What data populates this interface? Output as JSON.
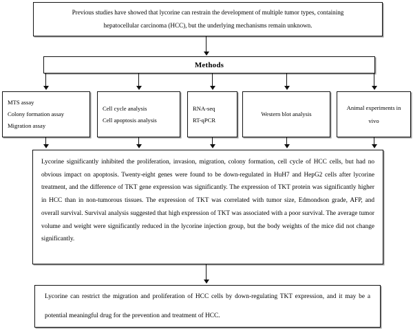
{
  "figure": {
    "type": "flowchart",
    "orientation": "top-to-bottom"
  },
  "premise": {
    "name": "premise-box",
    "lines": [
      "Previous studies have showed that lycorine can restrain the development of multiple tumor types, containing",
      "hepatocellular carcinoma (HCC), but the underlying mechanisms remain unknown."
    ]
  },
  "methods": {
    "header_label": "Methods",
    "items": [
      {
        "lines": [
          "MTS assay",
          "Colony formation assay",
          "Migration assay"
        ],
        "align": "left"
      },
      {
        "lines": [
          "Cell cycle analysis",
          "Cell apoptosis analysis"
        ],
        "align": "left"
      },
      {
        "lines": [
          "RNA-seq",
          "RT-qPCR"
        ],
        "align": "left"
      },
      {
        "lines": [
          "Western blot analysis"
        ],
        "align": "center"
      },
      {
        "lines": [
          "Animal experiments in vivo"
        ],
        "align": "center"
      }
    ]
  },
  "results": {
    "name": "results-box",
    "text": "Lycorine significantly inhibited the proliferation, invasion, migration, colony formation, cell cycle of HCC cells, but had no obvious impact on apoptosis. Twenty-eight genes were found to be down-regulated in HuH7 and HepG2 cells after lycorine treatment, and the difference of TKT gene expression was significantly. The expression of TKT protein was significantly higher in HCC than in non-tumorous tissues. The expression of TKT was correlated with tumor size, Edmondson grade, AFP, and overall survival. Survival analysis suggested that high expression of TKT was associated with a poor survival. The average tumor volume and weight were significantly reduced in the lycorine injection group, but the body weights of the mice did not change significantly."
  },
  "conclusion": {
    "name": "conclusion-box",
    "text": "Lycorine can restrict the migration and proliferation of HCC cells by down-regulating TKT expression, and it may be a potential meaningful drug for the prevention and treatment of HCC."
  },
  "colors": {
    "border": "#111111",
    "shadow": "#9a9a9a",
    "background": "#ffffff",
    "text": "#000000"
  }
}
